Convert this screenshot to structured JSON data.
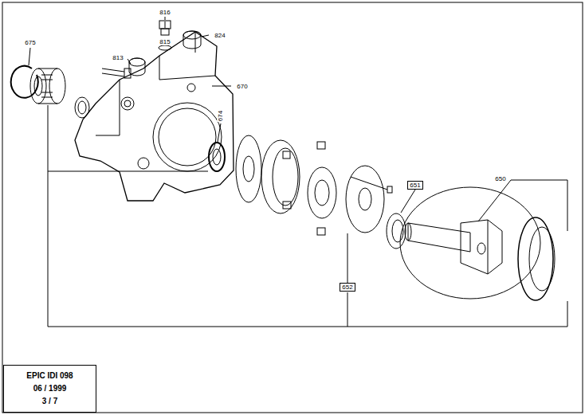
{
  "diagram": {
    "nodes": [
      {
        "text": [
          "EPIC IDI 098",
          "06 / 1999",
          "3 / 7"
        ]
      },
      {
        "text": [
          "651"
        ]
      },
      {
        "text": [
          "652"
        ]
      }
    ],
    "labels": [
      "675",
      "816",
      "815",
      "813",
      "824",
      "670",
      "674",
      "650"
    ]
  }
}
